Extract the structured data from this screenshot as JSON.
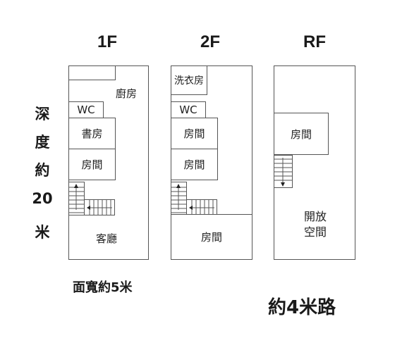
{
  "floors": {
    "f1": {
      "label": "1F",
      "rooms": {
        "kitchen": "廚房",
        "wc": "WC",
        "study": "書房",
        "room": "房間",
        "living": "客廳"
      }
    },
    "f2": {
      "label": "2F",
      "rooms": {
        "laundry": "洗衣房",
        "wc": "WC",
        "room1": "房間",
        "room2": "房間",
        "room3": "房間"
      }
    },
    "rf": {
      "label": "RF",
      "rooms": {
        "room": "房間",
        "open_line1": "開放",
        "open_line2": "空間"
      }
    }
  },
  "depth_label": [
    "深",
    "度",
    "約",
    "20",
    "米"
  ],
  "width_label": "面寬約5米",
  "road_label": "約4米路",
  "icons": {
    "stairs": "stairs-icon",
    "arrow": "arrow-icon"
  }
}
